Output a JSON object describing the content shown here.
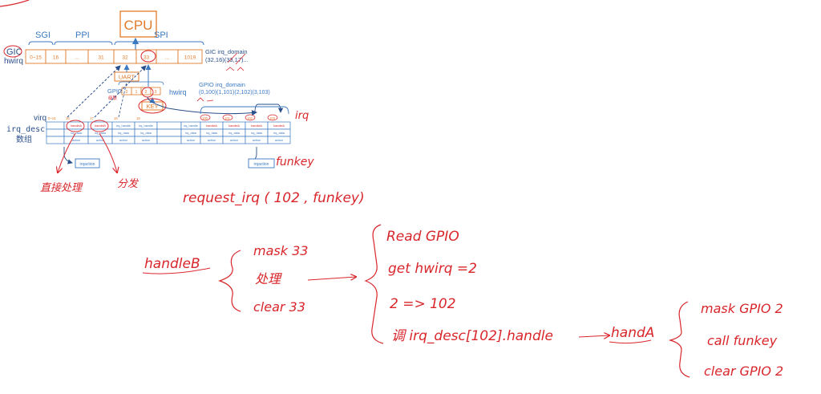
{
  "cpu": {
    "label": "CPU"
  },
  "gic": {
    "label": "GIC",
    "sublabel": "hwirq",
    "group_labels": [
      "SGI",
      "PPI",
      "SPI"
    ],
    "cells": [
      "0~15",
      "16",
      "...",
      "31",
      "32",
      "33",
      "...",
      "1019"
    ],
    "domain_label": "GIC irq_domain",
    "mapping": "(32,16)(33,17)..."
  },
  "uart": {
    "label": "UART"
  },
  "gpio": {
    "label": "GPIO",
    "side_note": "级联",
    "cells": [
      "0",
      "1",
      "2",
      "3"
    ],
    "hwirq_label": "hwirq",
    "domain_label": "GPIO irq_domain",
    "mapping": "(0,100)(1,101)(2,102)(3,103)"
  },
  "key": {
    "label": "KEY"
  },
  "virq": {
    "label": "virq",
    "column_ids": [
      "0~15",
      "16",
      "17",
      "18",
      "19",
      "",
      "",
      "100",
      "101",
      "102",
      "103"
    ],
    "rows": [
      [
        "",
        "handleA",
        "handleB",
        "irq_handle",
        "irq_handle",
        "",
        "irq_handle",
        "handleA",
        "handleA",
        "handleA",
        "handleA"
      ],
      [
        "",
        "irq_data",
        "irq_data",
        "irq_data",
        "irq_data",
        "",
        "irq_data",
        "irq_data",
        "irq_data",
        "irq_data",
        "irq_data"
      ],
      [
        "",
        "action",
        "action",
        "action",
        "action",
        "",
        "action",
        "action",
        "action",
        "action",
        "action"
      ]
    ]
  },
  "irq_desc": {
    "label": "irq_desc",
    "sublabel": "数组"
  },
  "irqaction_boxes": [
    "irqaction",
    "irqaction"
  ],
  "handwriting": {
    "irq_mark": "irq",
    "funkey_mark": "funkey",
    "direct_process": "直接处理",
    "chain_process": "分发",
    "request_irq": "request_irq ( 102 , funkey)",
    "handleB_title": "handleB",
    "handleB_steps": [
      "mask 33",
      "处理",
      "clear 33"
    ],
    "process_steps": [
      "Read GPIO",
      "get hwirq =2",
      "2 => 102",
      "调 irq_desc[102].handle"
    ],
    "handleA_title": "handA",
    "handleA_steps": [
      "mask GPIO 2",
      "call funkey",
      "clear GPIO 2"
    ]
  },
  "colors": {
    "orange": "#e07b29",
    "blue": "#3b79c2",
    "red": "#d9262b",
    "dark_blue": "#3a4a6b"
  }
}
